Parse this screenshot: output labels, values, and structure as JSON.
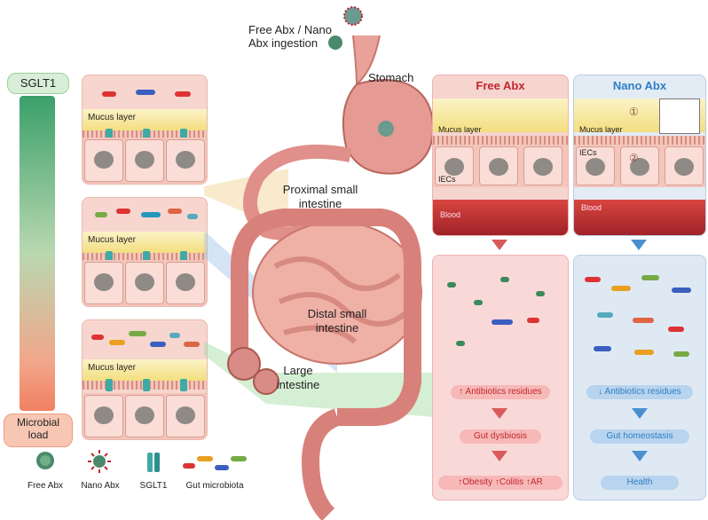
{
  "header": {
    "ingestion_label": "Free Abx / Nano Abx ingestion"
  },
  "gradient": {
    "top_label": "SGLT1",
    "bottom_label": "Microbial load"
  },
  "organs": {
    "stomach": "Stomach",
    "proximal": "Proximal small intestine",
    "distal": "Distal small intestine",
    "large": "Large intestine"
  },
  "left_panels": [
    {
      "mucus": "Mucus layer"
    },
    {
      "mucus": "Mucus layer"
    },
    {
      "mucus": "Mucus layer"
    }
  ],
  "free_abx_panel": {
    "title": "Free Abx",
    "mucus": "Mucus layer",
    "iecs": "IECs",
    "blood": "Blood",
    "flow": [
      "Antibiotics residues",
      "Gut dysbiosis"
    ],
    "outcomes": [
      "Obesity",
      "Colitis",
      "AR"
    ]
  },
  "nano_abx_panel": {
    "title": "Nano Abx",
    "mucus": "Mucus layer",
    "iecs": "IECs",
    "blood": "Blood",
    "step1": "①",
    "step2": "②",
    "flow": [
      "Antibiotics residues",
      "Gut homeostasis",
      "Health"
    ]
  },
  "legend": [
    {
      "label": "Free Abx",
      "icon": "free-abx-icon"
    },
    {
      "label": "Nano Abx",
      "icon": "nano-abx-icon"
    },
    {
      "label": "SGLT1",
      "icon": "sglt1-icon"
    },
    {
      "label": "Gut microbiota",
      "icon": "gut-microbiota-icon"
    }
  ],
  "colors": {
    "free_abx_red": "#c0272d",
    "nano_abx_blue": "#2e7dc4",
    "sglt_green": "#3aa06a",
    "microbial_orange": "#f08060"
  }
}
